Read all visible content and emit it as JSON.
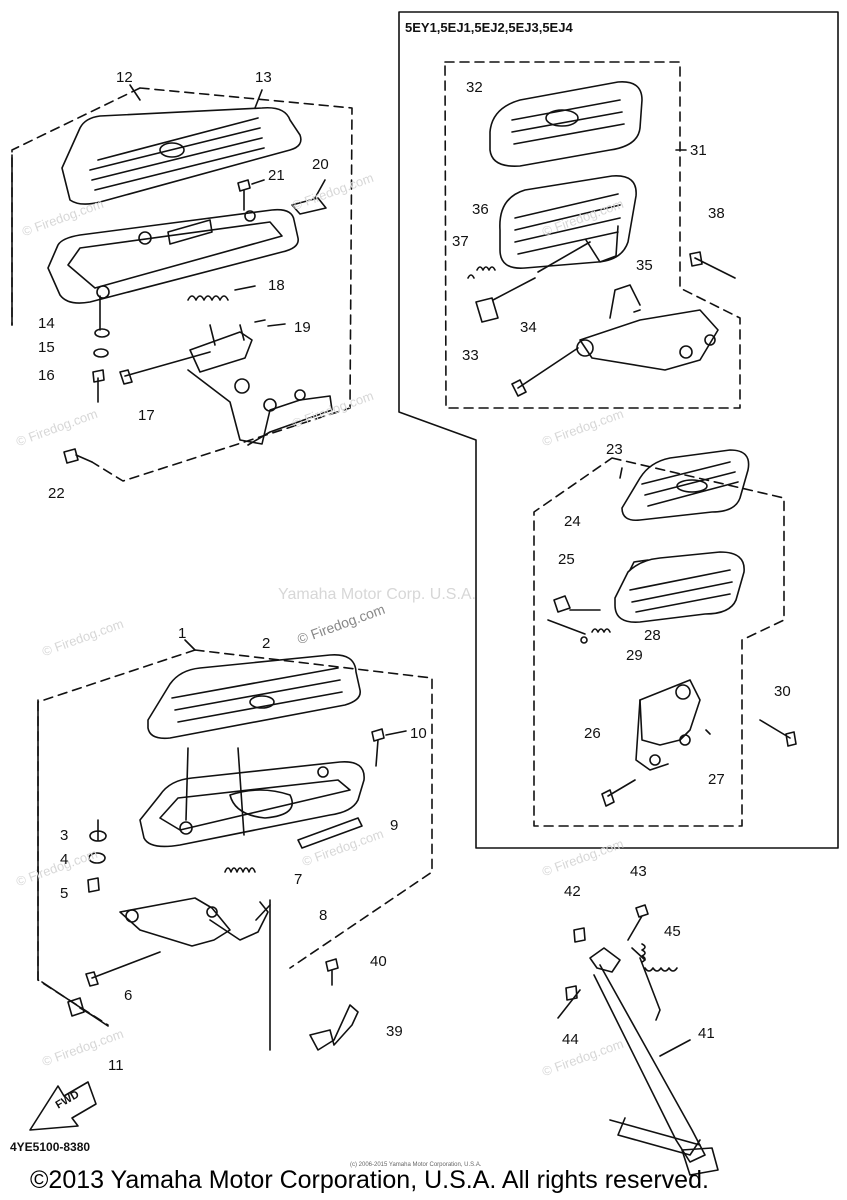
{
  "header": {
    "variant_models": "5EY1,5EJ1,5EJ2,5EJ3,5EJ4"
  },
  "watermarks": {
    "site": "© Firedog.com",
    "owner": "Yamaha Motor Corp. U.S.A."
  },
  "callouts": [
    "1",
    "2",
    "3",
    "4",
    "5",
    "6",
    "7",
    "8",
    "9",
    "10",
    "11",
    "12",
    "13",
    "14",
    "15",
    "16",
    "17",
    "18",
    "19",
    "20",
    "21",
    "22",
    "23",
    "24",
    "25",
    "26",
    "27",
    "28",
    "29",
    "30",
    "31",
    "32",
    "33",
    "34",
    "35",
    "36",
    "37",
    "38",
    "39",
    "40",
    "41",
    "42",
    "43",
    "44",
    "45"
  ],
  "direction_arrow": "FWD",
  "diagram_code": "4YE5100-8380",
  "small_print": "(c) 2006-2015 Yamaha Motor Corporation, U.S.A.",
  "copyright": "©2013 Yamaha Motor Corporation, U.S.A. All rights reserved."
}
